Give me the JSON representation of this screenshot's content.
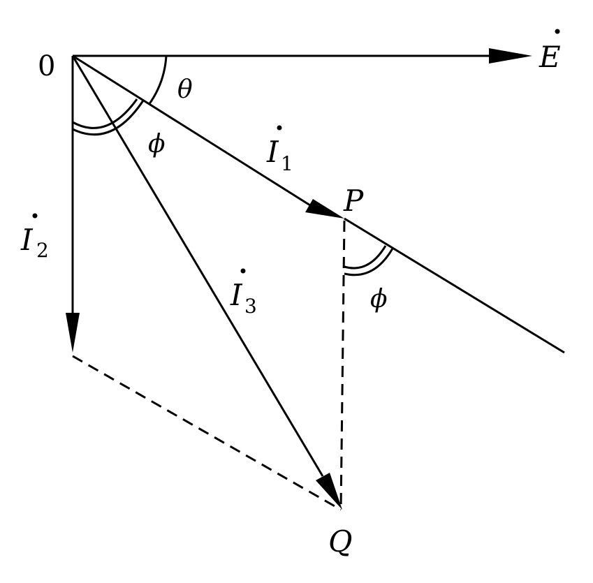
{
  "labels": {
    "origin": "0",
    "E": "E",
    "theta": "θ",
    "phi_origin": "ϕ",
    "I1": "I",
    "I1_sub": "1",
    "P": "P",
    "I2": "I",
    "I2_sub": "2",
    "I3": "I",
    "I3_sub": "3",
    "phi_P": "ϕ",
    "Q": "Q"
  },
  "colors": {
    "ink": "#000000",
    "background": "#ffffff"
  }
}
